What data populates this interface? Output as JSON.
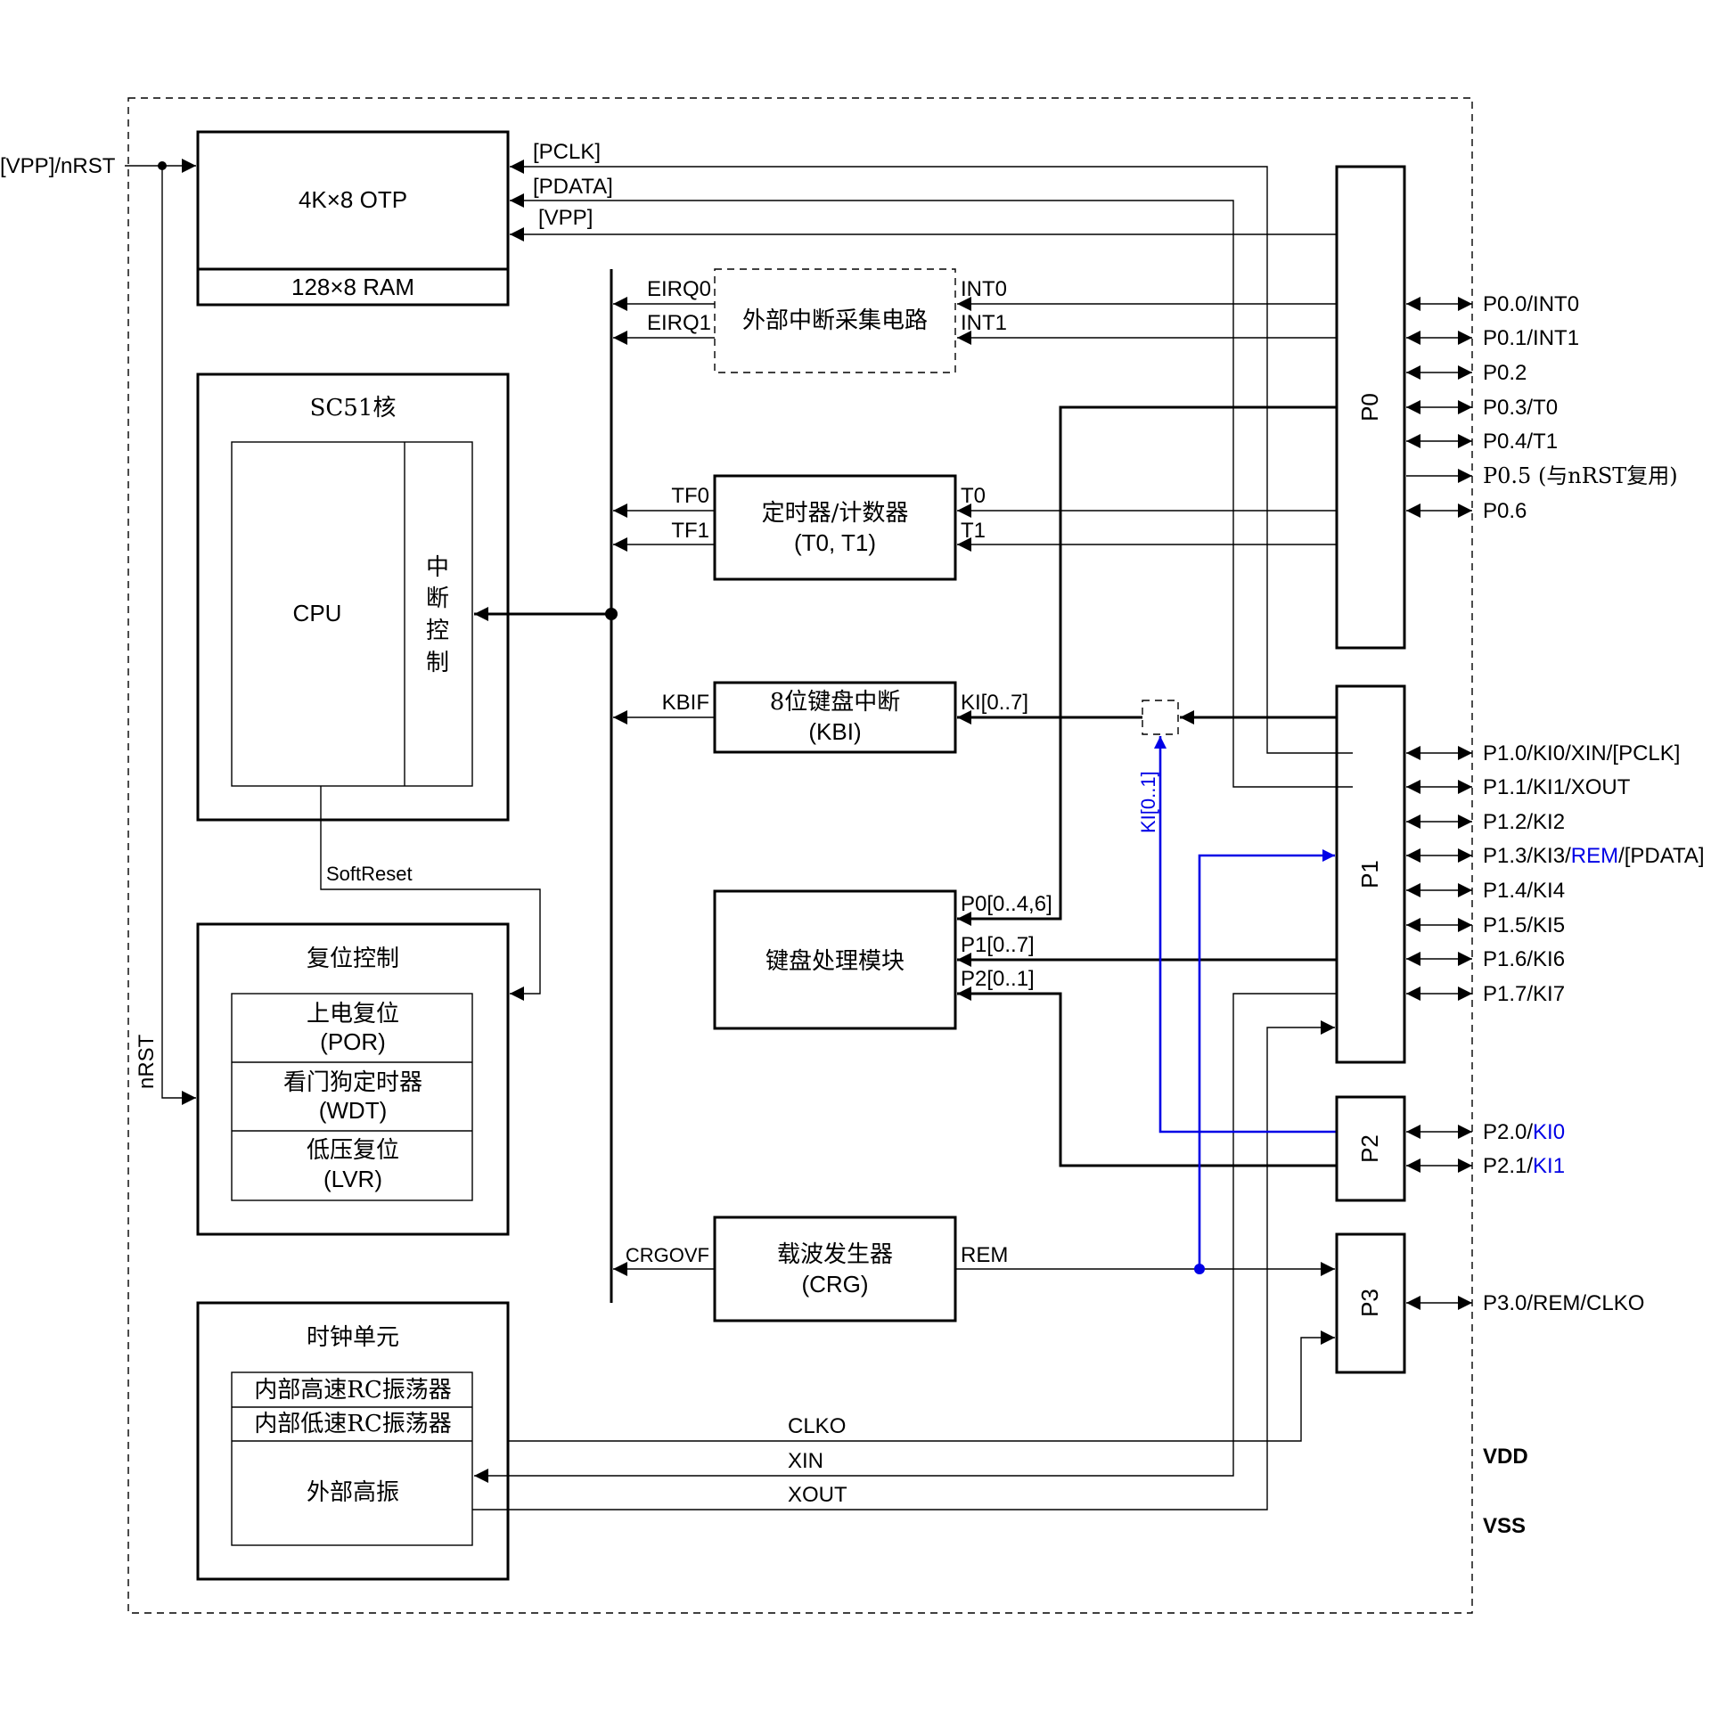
{
  "otp": {
    "title": "4K×8 OTP",
    "ram": "128×8 RAM"
  },
  "inputs": {
    "vpp_nrst": "[VPP]/nRST",
    "nrst": "nRST"
  },
  "otp_signals": {
    "pclk": "[PCLK]",
    "pdata": "[PDATA]",
    "vpp": "[VPP]"
  },
  "core": {
    "title": "SC51核",
    "cpu": "CPU",
    "int_ctrl": [
      "中",
      "断",
      "控",
      "制"
    ]
  },
  "softreset": "SoftReset",
  "reset": {
    "title": "复位控制",
    "items": [
      {
        "name": "上电复位",
        "abbr": "(POR)"
      },
      {
        "name": "看门狗定时器",
        "abbr": "(WDT)"
      },
      {
        "name": "低压复位",
        "abbr": "(LVR)"
      }
    ]
  },
  "clock": {
    "title": "时钟单元",
    "items": [
      "内部高速RC振荡器",
      "内部低速RC振荡器"
    ],
    "ext": "外部高振"
  },
  "clock_signals": {
    "clko": "CLKO",
    "xin": "XIN",
    "xout": "XOUT"
  },
  "ext_int": {
    "title": "外部中断采集电路",
    "eirq0": "EIRQ0",
    "eirq1": "EIRQ1",
    "int0": "INT0",
    "int1": "INT1"
  },
  "timer": {
    "title": "定时器/计数器",
    "sub": "(T0, T1)",
    "tf0": "TF0",
    "tf1": "TF1",
    "t0": "T0",
    "t1": "T1"
  },
  "kbi": {
    "title": "8位键盘中断",
    "sub": "(KBI)",
    "kbif": "KBIF",
    "ki": "KI[0..7]"
  },
  "kbd": {
    "title": "键盘处理模块",
    "p0": "P0[0..4,6]",
    "p1": "P1[0..7]",
    "p2": "P2[0..1]"
  },
  "ki01": "KI[0..1]",
  "crg": {
    "title": "载波发生器",
    "sub": "(CRG)",
    "crgovf": "CRGOVF",
    "rem": "REM"
  },
  "ports": {
    "p0": "P0",
    "p1": "P1",
    "p2": "P2",
    "p3": "P3"
  },
  "pins": {
    "p0": [
      "P0.0/INT0",
      "P0.1/INT1",
      "P0.2",
      "P0.3/T0",
      "P0.4/T1",
      "P0.5 (与nRST复用)",
      "P0.6"
    ],
    "p1": [
      "P1.0/KI0/XIN/[PCLK]",
      "P1.1/KI1/XOUT",
      "P1.2/KI2"
    ],
    "p13": {
      "a": "P1.3/KI3/",
      "b": "REM",
      "c": "/[PDATA]"
    },
    "p1b": [
      "P1.4/KI4",
      "P1.5/KI5",
      "P1.6/KI6",
      "P1.7/KI7"
    ],
    "p20": {
      "a": "P2.0/",
      "b": "KI0"
    },
    "p21": {
      "a": "P2.1/",
      "b": "KI1"
    },
    "p3": "P3.0/REM/CLKO"
  },
  "power": {
    "vdd": "VDD",
    "vss": "VSS"
  }
}
